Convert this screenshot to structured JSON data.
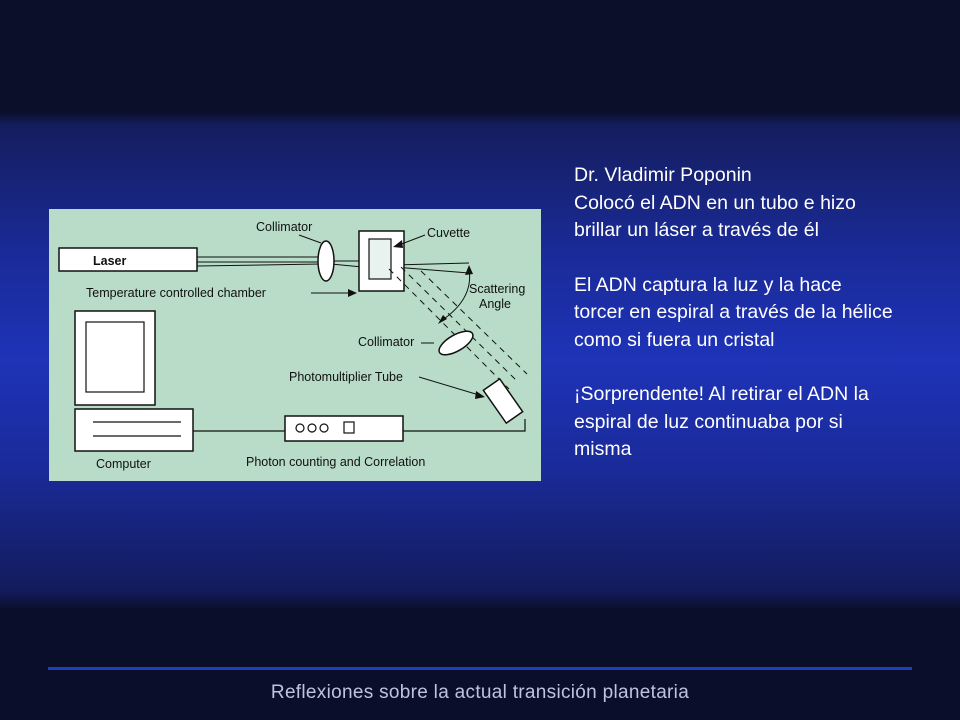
{
  "diagram": {
    "labels": {
      "laser": "Laser",
      "collimator_top": "Collimator",
      "cuvette": "Cuvette",
      "scattering_angle_line1": "Scattering",
      "scattering_angle_line2": "Angle",
      "chamber": "Temperature controlled chamber",
      "collimator_bottom": "Collimator",
      "pmt": "Photomultiplier Tube",
      "computer": "Computer",
      "photon_counting": "Photon counting and Correlation"
    }
  },
  "text": {
    "title": "Dr. Vladimir  Poponin",
    "p1": "Colocó el ADN  en un tubo e hizo brillar un láser a través de él",
    "p2": "El ADN captura la luz y la hace torcer en espiral a través de la hélice como si fuera un cristal",
    "p3": "¡Sorprendente! Al retirar el ADN la espiral de luz continuaba por si misma"
  },
  "footer": "Reflexiones sobre la actual transición planetaria"
}
